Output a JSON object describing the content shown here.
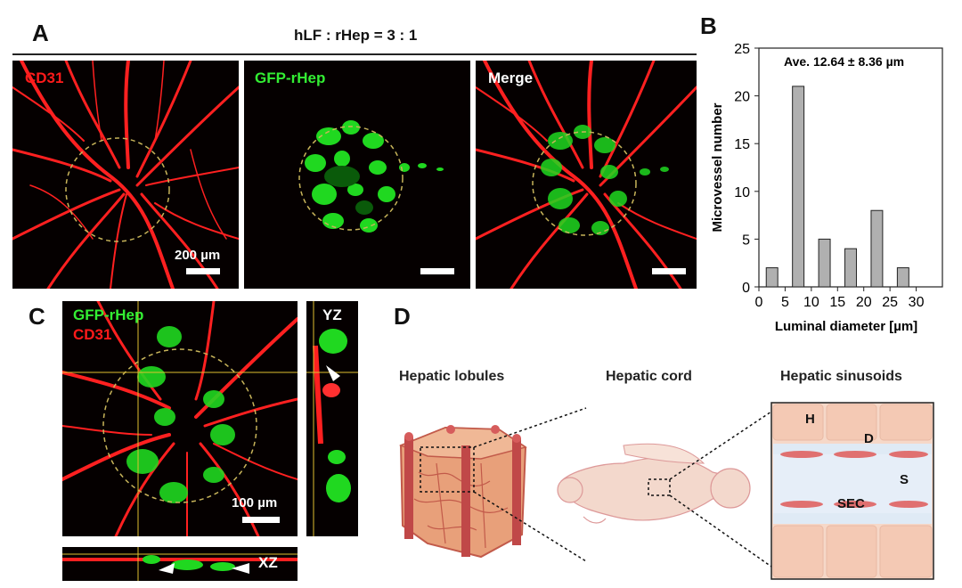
{
  "panels": {
    "A": "A",
    "B": "B",
    "C": "C",
    "D": "D"
  },
  "panelA": {
    "ratio_title": "hLF : rHep = 3 : 1",
    "labels": [
      "CD31",
      "GFP-rHep",
      "Merge"
    ],
    "scale_text": "200 µm"
  },
  "panelC": {
    "label_green": "GFP-rHep",
    "label_red": "CD31",
    "yz": "YZ",
    "xz": "XZ",
    "scale_text": "100 µm"
  },
  "panelD": {
    "titles": [
      "Hepatic lobules",
      "Hepatic cord",
      "Hepatic sinusoids"
    ],
    "annotations": {
      "H": "H",
      "D": "D",
      "S": "S",
      "SEC": "SEC"
    }
  },
  "colors": {
    "red": "#ff1a1a",
    "green": "#22ee22",
    "circle": "#c8b45a",
    "bar": "#b0b0b0"
  },
  "chart_data": {
    "type": "bar",
    "title": "",
    "annotation": "Ave. 12.64 ± 8.36 µm",
    "xlabel": "Luminal diameter [µm]",
    "ylabel": "Microvessel number",
    "x": [
      2.5,
      7.5,
      12.5,
      17.5,
      22.5,
      27.5
    ],
    "values": [
      2,
      21,
      5,
      4,
      8,
      2
    ],
    "xticks": [
      0,
      5,
      10,
      15,
      20,
      25,
      30
    ],
    "yticks": [
      0,
      5,
      10,
      15,
      20,
      25
    ],
    "xlim": [
      0,
      35
    ],
    "ylim": [
      0,
      25
    ]
  }
}
